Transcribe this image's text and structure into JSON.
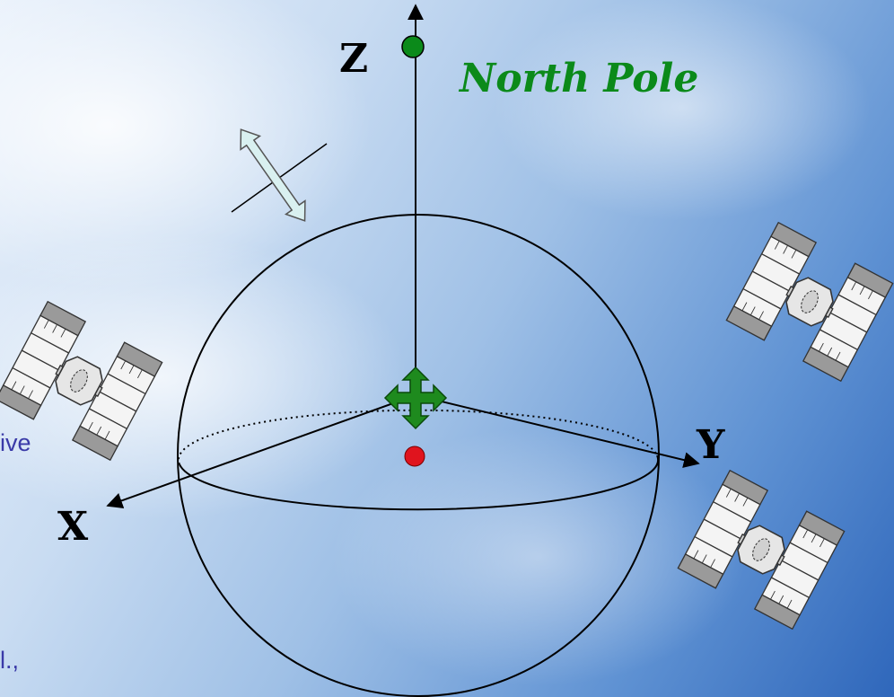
{
  "labels": {
    "z_axis": "Z",
    "y_axis": "Y",
    "x_axis": "X",
    "north_pole": "North Pole"
  },
  "left_text_fragments": [
    "ive",
    "l.,"
  ],
  "colors": {
    "north_pole_marker": "#0b8a1a",
    "center_arrows": "#1e8a1e",
    "center_point": "#e0141e",
    "double_arrow_fill": "#d9f0f0",
    "side_text": "#3a3aa8"
  },
  "icons": [
    "satellite-icon",
    "satellite-icon",
    "satellite-icon",
    "move-arrows-icon",
    "double-arrow-icon"
  ]
}
